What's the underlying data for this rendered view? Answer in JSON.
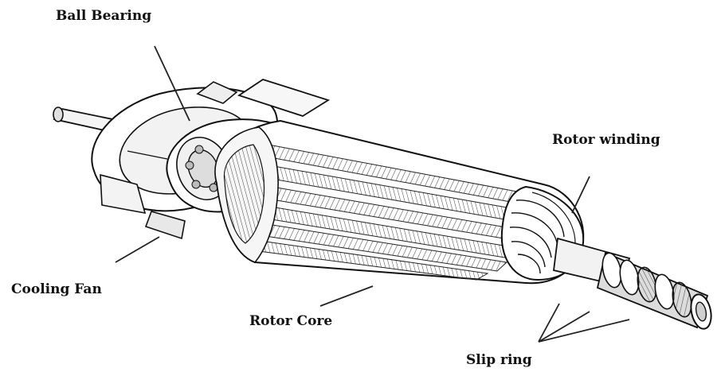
{
  "labels": {
    "ball_bearing": "Ball Bearing",
    "rotor_winding": "Rotor winding",
    "cooling_fan": "Cooling Fan",
    "rotor_core": "Rotor Core",
    "slip_ring": "Slip ring"
  },
  "colors": {
    "ink": "#111111",
    "background": "#ffffff",
    "shade": "#bdbdbd"
  }
}
